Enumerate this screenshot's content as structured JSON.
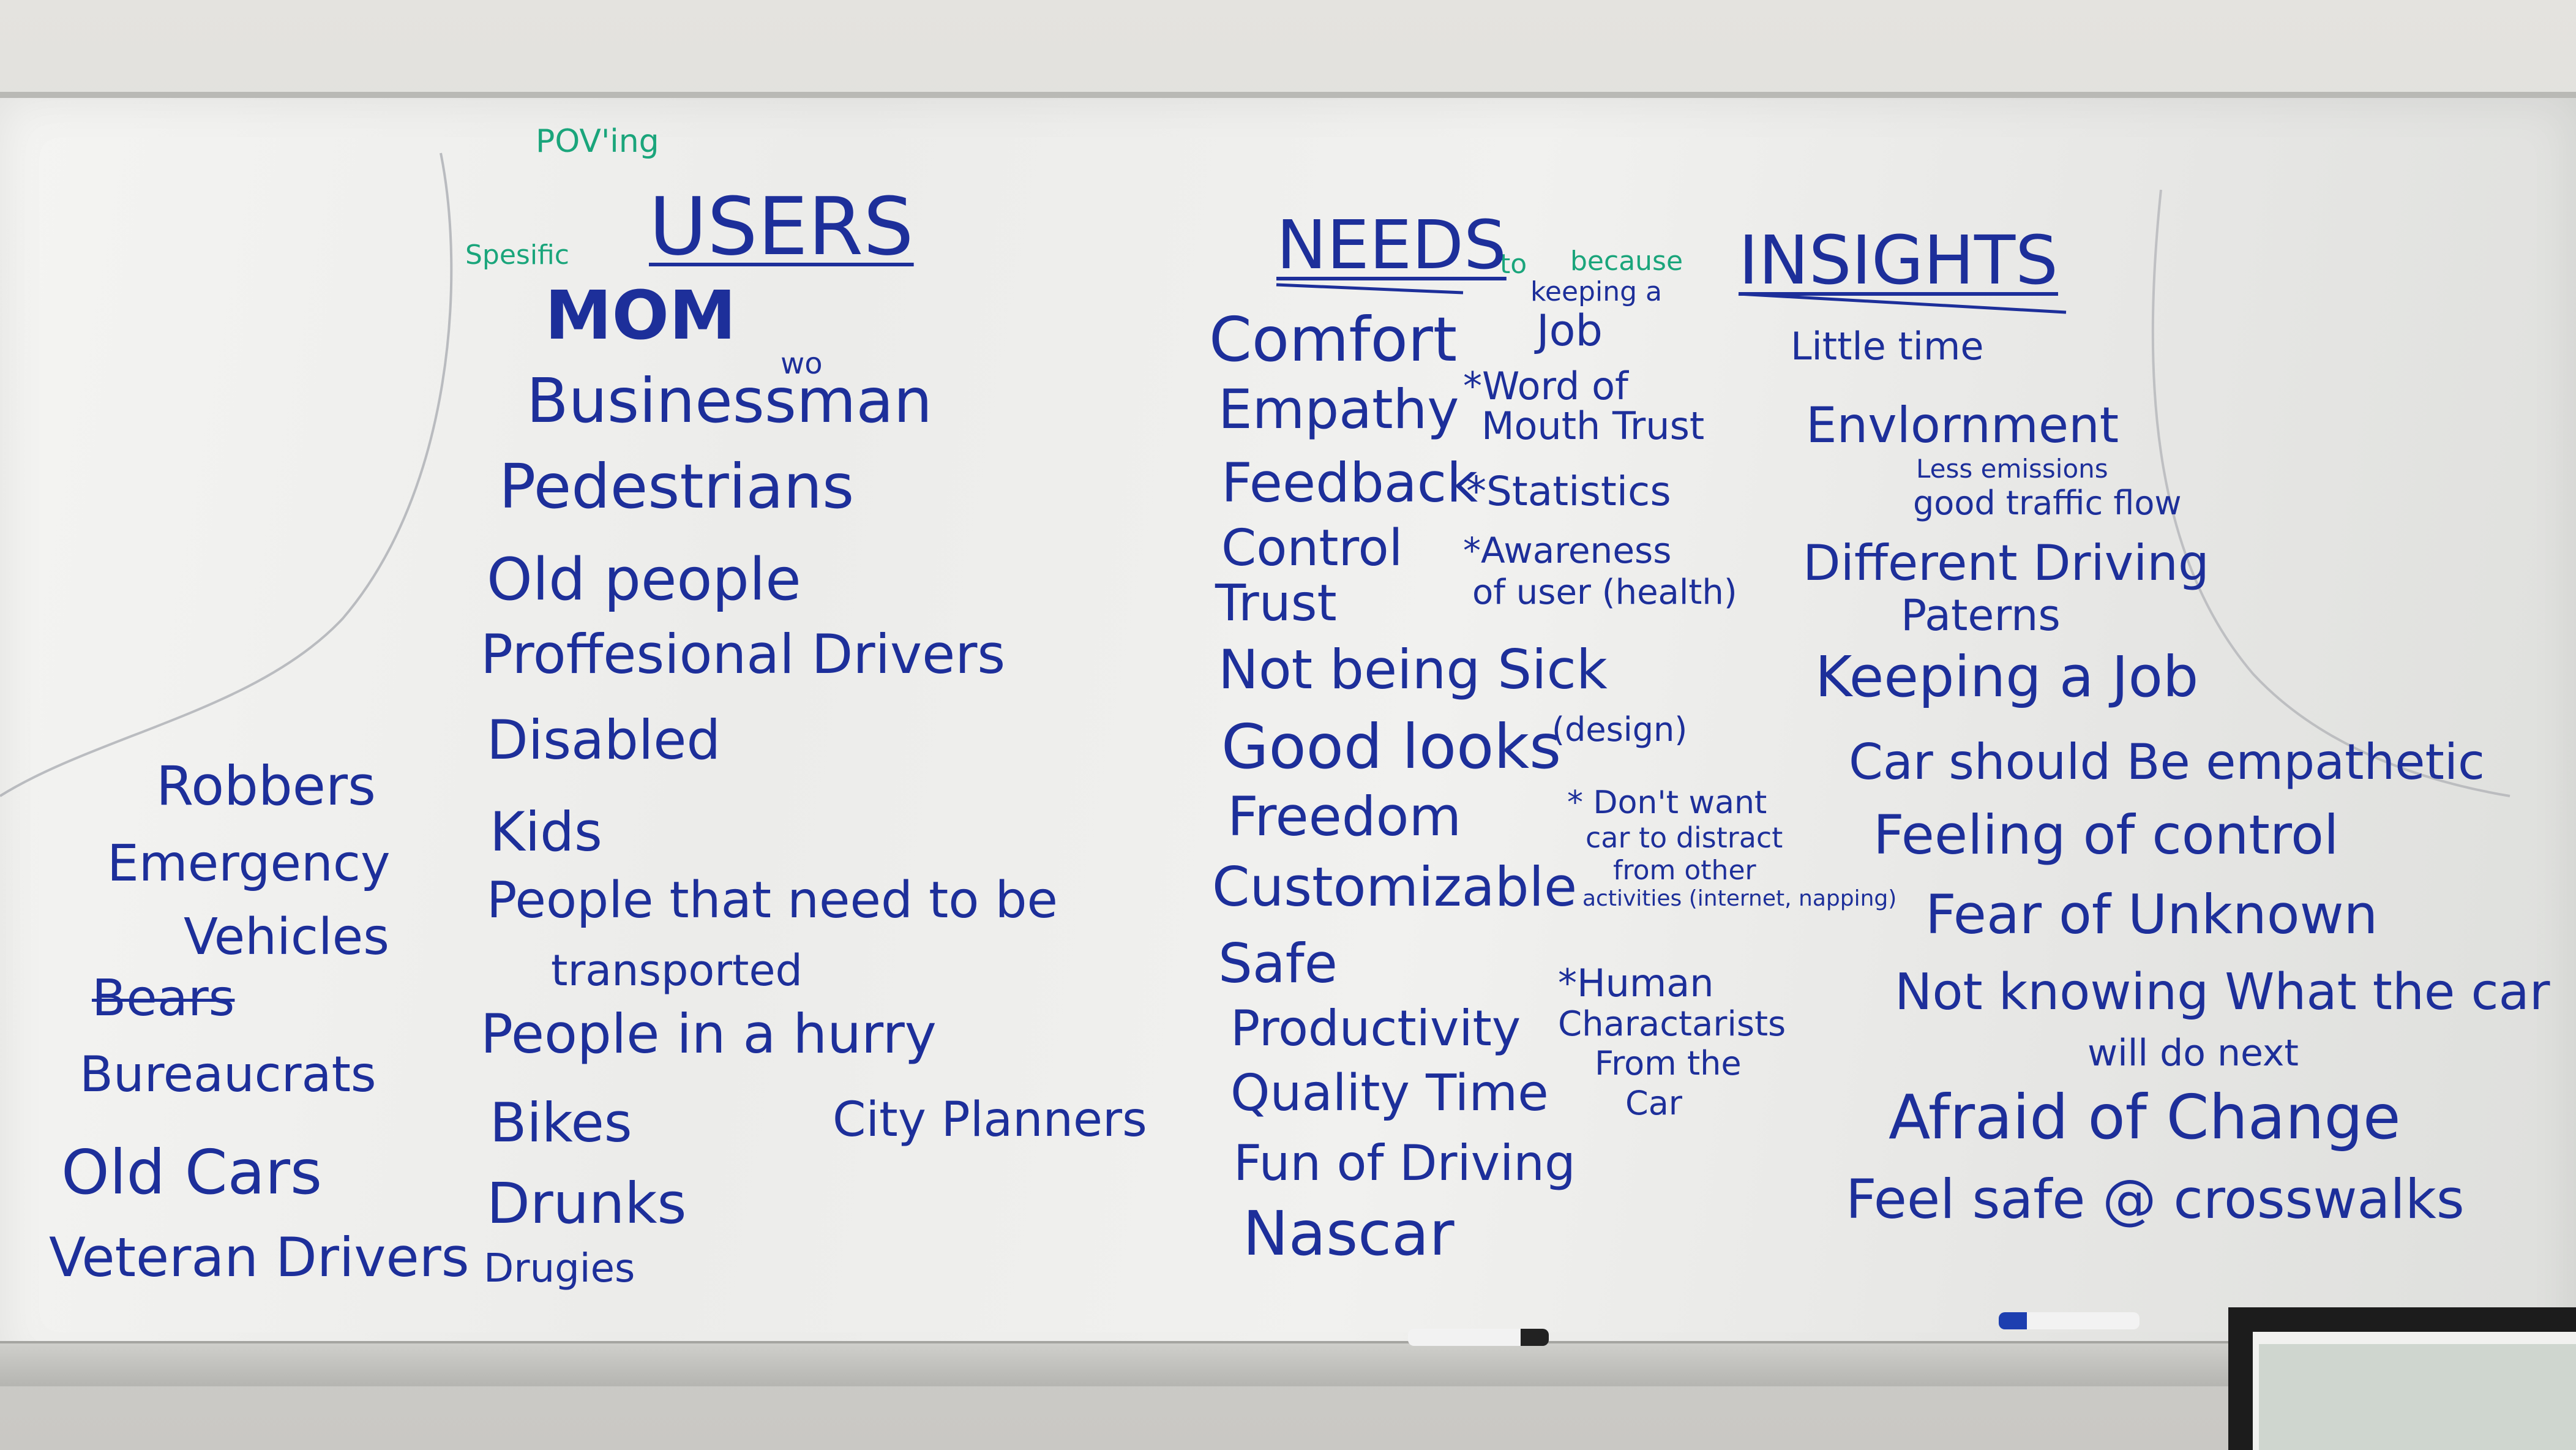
{
  "colors": {
    "ink": "#1d2f9a",
    "green_ink": "#1aa57b"
  },
  "annotations": {
    "poving": "POV'ing",
    "spesific": "Spesific",
    "to": "to",
    "because": "because",
    "keeping_a": "keeping a",
    "wo": "wo"
  },
  "users": {
    "heading": "USERS",
    "items": [
      "MOM",
      "Businessman",
      "Pedestrians",
      "Old people",
      "Proffesional Drivers",
      "Disabled",
      "Kids",
      "People that need to be",
      "transported",
      "People in a hurry",
      "Bikes",
      "Drunks",
      "Drugies",
      "City Planners"
    ],
    "left": [
      "Robbers",
      "Emergency",
      "Vehicles",
      "Bears",
      "Bureaucrats",
      "Old Cars",
      "Veteran Drivers"
    ]
  },
  "needs": {
    "heading": "NEEDS",
    "items": [
      "Comfort",
      "Empathy",
      "Feedback",
      "Control",
      "Trust",
      "Not being Sick",
      "Good looks",
      "(design)",
      "Freedom",
      "Customizable",
      "Safe",
      "Productivity",
      "Quality Time",
      "Fun of Driving",
      "Nascar"
    ],
    "side": [
      "Job",
      "*Word of",
      "Mouth Trust",
      "*Statistics",
      "*Awareness",
      "of user (health)",
      "* Don't want",
      "car to distract",
      "from other",
      "activities (internet, napping)",
      "*Human",
      "Charactarists",
      "From the",
      "Car"
    ]
  },
  "insights": {
    "heading": "INSIGHTS",
    "items": [
      "Little time",
      "Envlornment",
      "Less emissions",
      "good traffic flow",
      "Different Driving",
      "Paterns",
      "Keeping a Job",
      "Car should Be empathetic",
      "Feeling of control",
      "Fear of Unknown",
      "Not knowing What the car",
      "will do next",
      "Afraid of Change",
      "Feel safe @ crosswalks"
    ]
  }
}
